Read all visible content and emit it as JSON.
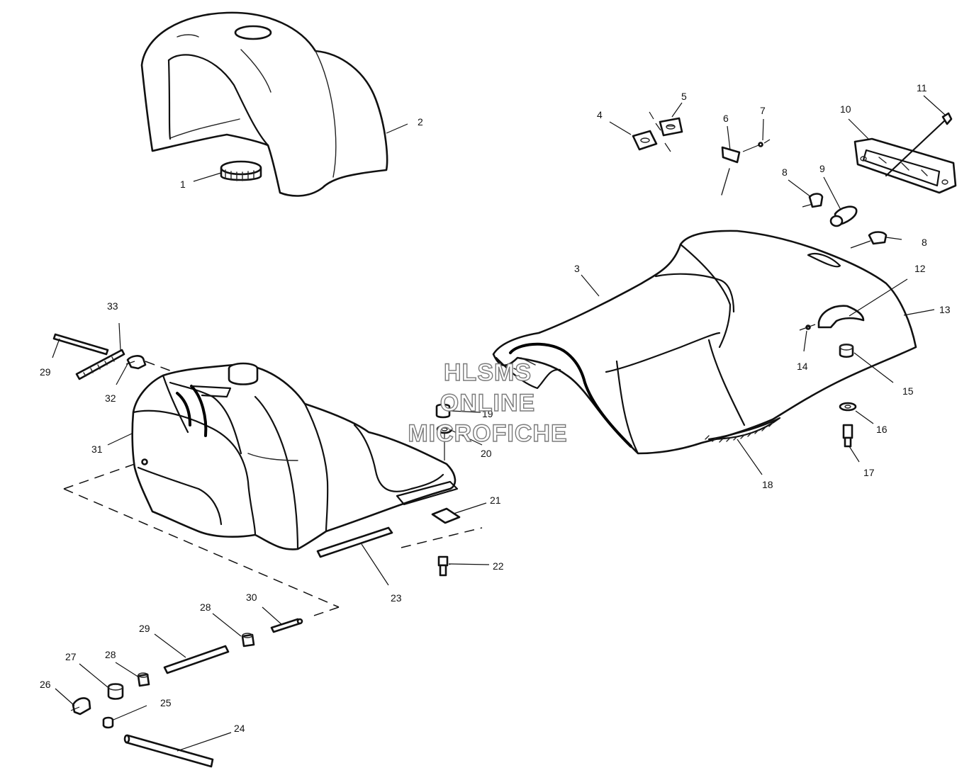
{
  "watermark": {
    "line1": "HLSMS",
    "line2": "ONLINE",
    "line3": "MICROFICHE"
  },
  "callouts": [
    "1",
    "2",
    "3",
    "4",
    "5",
    "6",
    "7",
    "8",
    "8",
    "9",
    "10",
    "11",
    "12",
    "13",
    "14",
    "15",
    "16",
    "17",
    "18",
    "19",
    "20",
    "21",
    "22",
    "23",
    "24",
    "25",
    "26",
    "27",
    "28",
    "28",
    "29",
    "29",
    "30",
    "31",
    "32",
    "33"
  ]
}
